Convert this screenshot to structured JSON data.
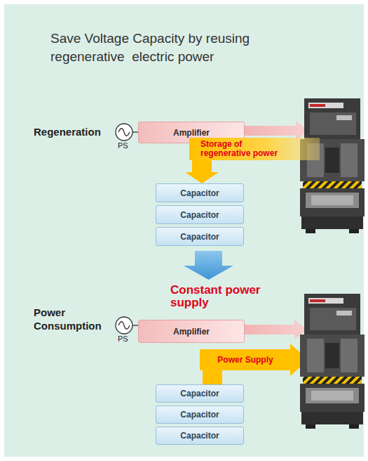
{
  "diagram": {
    "title": "Save Voltage Capacity by reusing regenerative  electric power",
    "nodes": [
      {
        "text": [
          "Amplifier"
        ]
      },
      {
        "text": [
          "Storage of regenerative power"
        ]
      },
      {
        "text": [
          "Capacitor"
        ]
      },
      {
        "text": [
          "Capacitor"
        ]
      },
      {
        "text": [
          "Capacitor"
        ]
      },
      {
        "text": [
          "Amplifier"
        ]
      },
      {
        "text": [
          "Power Supply"
        ]
      },
      {
        "text": [
          "Capacitor"
        ]
      },
      {
        "text": [
          "Capacitor"
        ]
      },
      {
        "text": [
          "Capacitor"
        ]
      }
    ],
    "edges": [
      {
        "from": 1,
        "to": 2,
        "arrow": "to"
      },
      {
        "from": 7,
        "to": 6,
        "arrow": "none"
      }
    ],
    "labels": [
      "Regeneration",
      "PS",
      "Constant power supply",
      "Power Consumption",
      "PS"
    ]
  }
}
